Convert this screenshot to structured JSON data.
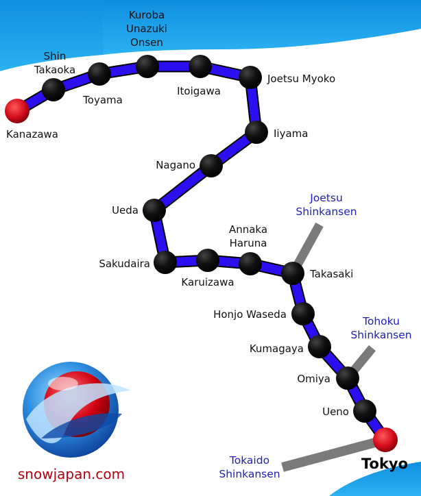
{
  "stations": [
    {
      "id": "kanazawa",
      "name": "Kanazawa",
      "terminal": true
    },
    {
      "id": "shin-takaoka",
      "name": "Shin Takaoka"
    },
    {
      "id": "toyama",
      "name": "Toyama"
    },
    {
      "id": "kuroba-unazuki-onsen",
      "name": "Kuroba Unazuki Onsen"
    },
    {
      "id": "itoigawa",
      "name": "Itoigawa"
    },
    {
      "id": "joetsu-myoko",
      "name": "Joetsu Myoko"
    },
    {
      "id": "iiyama",
      "name": "Iiyama"
    },
    {
      "id": "nagano",
      "name": "Nagano"
    },
    {
      "id": "ueda",
      "name": "Ueda"
    },
    {
      "id": "sakudaira",
      "name": "Sakudaira"
    },
    {
      "id": "karuizawa",
      "name": "Karuizawa"
    },
    {
      "id": "annaka-haruna",
      "name": "Annaka Haruna"
    },
    {
      "id": "takasaki",
      "name": "Takasaki"
    },
    {
      "id": "honjo-waseda",
      "name": "Honjo Waseda"
    },
    {
      "id": "kumagaya",
      "name": "Kumagaya"
    },
    {
      "id": "omiya",
      "name": "Omiya"
    },
    {
      "id": "ueno",
      "name": "Ueno"
    },
    {
      "id": "tokyo",
      "name": "Tokyo",
      "terminal": true
    }
  ],
  "labels": {
    "shin_takaoka": [
      "Shin",
      "Takaoka"
    ],
    "kuroba": [
      "Kuroba",
      "Unazuki",
      "Onsen"
    ],
    "annaka": [
      "Annaka",
      "Haruna"
    ]
  },
  "connections": [
    {
      "id": "joetsu",
      "lines": [
        "Joetsu",
        "Shinkansen"
      ],
      "from": "takasaki"
    },
    {
      "id": "tohoku",
      "lines": [
        "Tohoku",
        "Shinkansen"
      ],
      "from": "omiya"
    },
    {
      "id": "tokaido",
      "lines": [
        "Tokaido",
        "Shinkansen"
      ],
      "from": "tokyo"
    }
  ],
  "brand": "snowjapan.com",
  "colors": {
    "line": "#2b0ff0",
    "station": "#000000",
    "terminal": "#d40a1a",
    "connection": "#7a7a7a",
    "label_connection": "#1d1dbf",
    "sky": "#1aa0ea",
    "brand_text": "#b00012"
  }
}
